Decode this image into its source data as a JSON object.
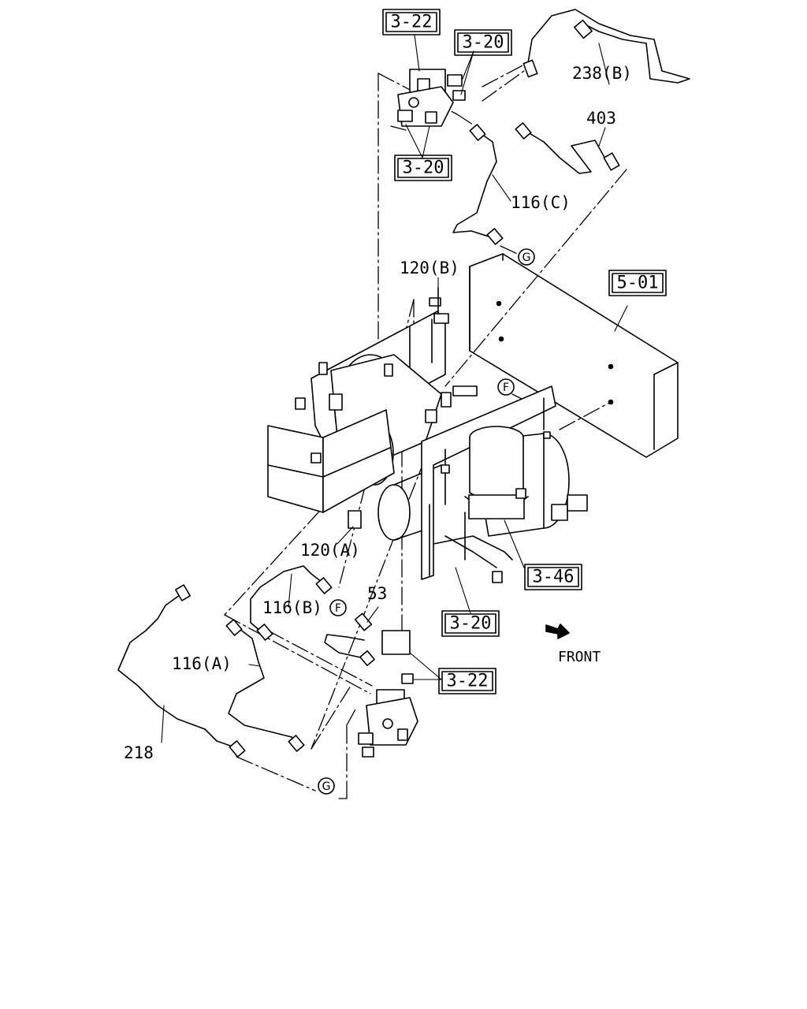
{
  "ref_boxes": {
    "ref_3_22_top": "3-22",
    "ref_3_20_top_right": "3-20",
    "ref_3_20_top_below": "3-20",
    "ref_5_01": "5-01",
    "ref_3_46": "3-46",
    "ref_3_20_mid": "3-20",
    "ref_3_22_bottom": "3-22"
  },
  "part_labels": {
    "p238b": "238(B)",
    "p403": "403",
    "p116c": "116(C)",
    "p120b": "120(B)",
    "p120a": "120(A)",
    "p116b": "116(B)",
    "p53": "53",
    "p116a": "116(A)",
    "p218": "218"
  },
  "connectors": {
    "g_top": "G",
    "g_bottom": "G",
    "f_upper": "F",
    "f_lower": "F"
  },
  "direction": {
    "front_label": "FRONT"
  }
}
